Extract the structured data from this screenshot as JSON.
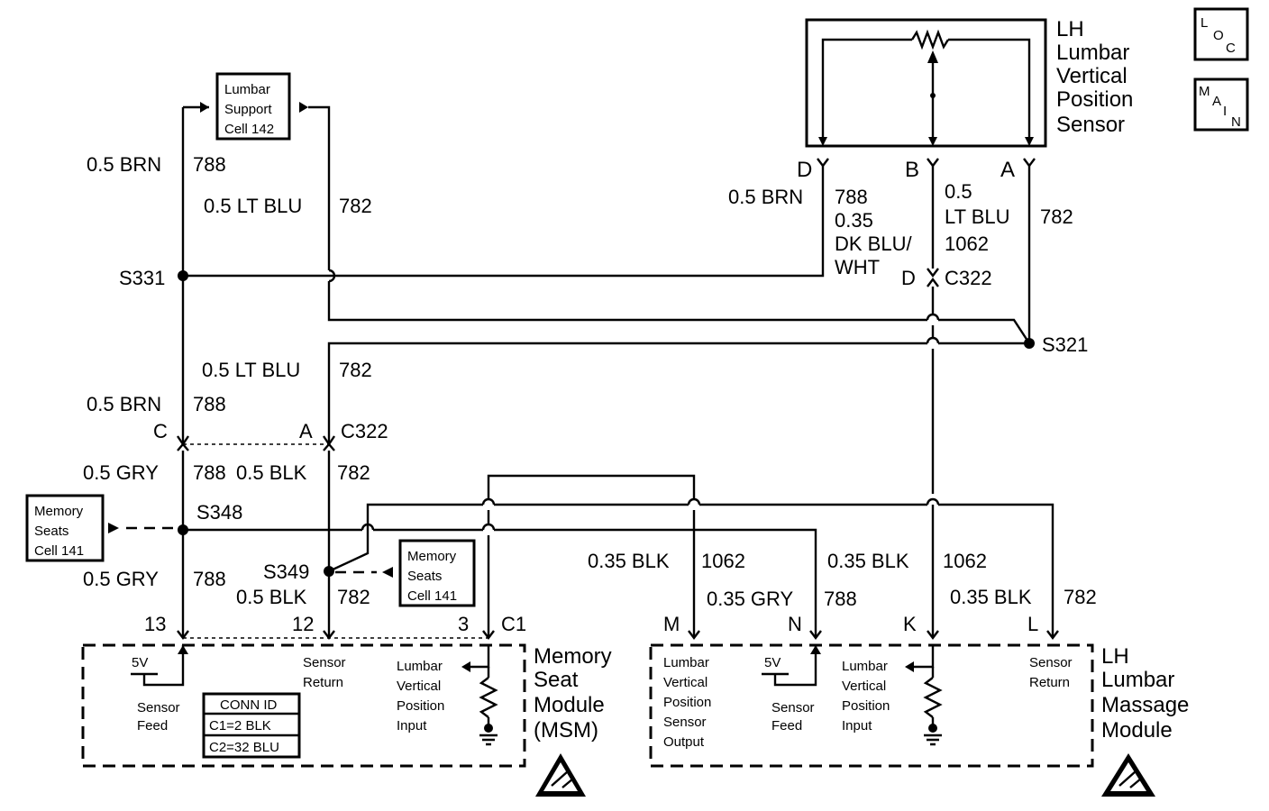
{
  "icons": {
    "loc": "LOC-icon",
    "main": "MAIN-icon",
    "esd": "esd-warning-icon",
    "ground": "ground-icon"
  },
  "loc_icon": {
    "l": "L",
    "o": "O",
    "c": "C"
  },
  "main_icon": {
    "m": "M",
    "a": "A",
    "i": "I",
    "n": "N"
  },
  "sensor": {
    "title": [
      "LH",
      "Lumbar",
      "Vertical",
      "Position",
      "Sensor"
    ],
    "pins": [
      "D",
      "B",
      "A"
    ]
  },
  "lumbar_cell": [
    "Lumbar",
    "Support",
    "Cell 142"
  ],
  "memory_cell": [
    "Memory",
    "Seats",
    "Cell 141"
  ],
  "labels": {
    "brn788_top": "0.5 BRN",
    "num788_top": "788",
    "ltblu782_top": "0.5 LT BLU",
    "num782_top": "782",
    "s331": "S331",
    "d_brn": "0.5 BRN",
    "d_788": "788",
    "d_035": "0.35",
    "d_dkblu": "DK BLU/",
    "d_wht": "WHT",
    "b_05": "0.5",
    "b_ltblu": "LT BLU",
    "b_1062": "1062",
    "a_782": "782",
    "c322_d": "D",
    "c322_r": "C322",
    "s321": "S321",
    "ltblu782_mid": "0.5 LT BLU",
    "num782_mid": "782",
    "brn788_mid": "0.5 BRN",
    "num788_mid": "788",
    "c_pin": "C",
    "a_pin": "A",
    "c322_l": "C322",
    "gry788_a": "0.5 GRY",
    "num788_a": "788",
    "blk782_a": "0.5 BLK",
    "num782_a": "782",
    "s348": "S348",
    "s349": "S349",
    "gry788_b": "0.5 GRY",
    "num788_b": "788",
    "blk782_b": "0.5 BLK",
    "num782_b": "782",
    "blk1062_m": "0.35 BLK",
    "num1062_m": "1062",
    "gry788_n": "0.35 GRY",
    "num788_n": "788",
    "blk1062_k": "0.35 BLK",
    "num1062_k": "1062",
    "blk782_l": "0.35 BLK",
    "num782_l": "782",
    "pin13": "13",
    "pin12": "12",
    "pin3": "3",
    "c1": "C1",
    "pinM": "M",
    "pinN": "N",
    "pinK": "K",
    "pinL": "L"
  },
  "msm": {
    "title": [
      "Memory",
      "Seat",
      "Module",
      "(MSM)"
    ],
    "v5": "5V",
    "sensor_feed": [
      "Sensor",
      "Feed"
    ],
    "sensor_return": [
      "Sensor",
      "Return"
    ],
    "lumbar_input": [
      "Lumbar",
      "Vertical",
      "Position",
      "Input"
    ],
    "conn_id_title": "CONN ID",
    "conn_id_rows": [
      "C1=2 BLK",
      "C2=32 BLU"
    ]
  },
  "massage": {
    "title": [
      "LH",
      "Lumbar",
      "Massage",
      "Module"
    ],
    "output": [
      "Lumbar",
      "Vertical",
      "Position",
      "Sensor",
      "Output"
    ],
    "v5": "5V",
    "sensor_feed": [
      "Sensor",
      "Feed"
    ],
    "lumbar_input": [
      "Lumbar",
      "Vertical",
      "Position",
      "Input"
    ],
    "sensor_return": [
      "Sensor",
      "Return"
    ]
  }
}
